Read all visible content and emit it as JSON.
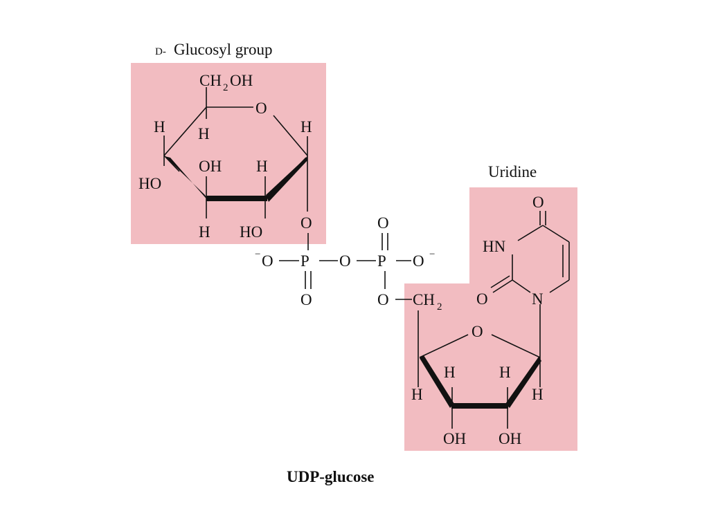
{
  "diagram": {
    "title": "UDP-glucose",
    "glucosyl_label_prefix": "D-",
    "glucosyl_label": "Glucosyl group",
    "uridine_label": "Uridine",
    "highlight_color": "#f2bcc1",
    "atoms": {
      "ch2oh_main": "CH",
      "ch2oh_sub": "2",
      "ch2oh_end": "OH",
      "ring_o": "O",
      "h": "H",
      "oh": "OH",
      "ho": "HO",
      "o": "O",
      "p": "P",
      "o_minus": "O",
      "minus": "−",
      "hn": "HN",
      "n": "N",
      "ch2": "CH",
      "ch2_sub": "2"
    }
  }
}
